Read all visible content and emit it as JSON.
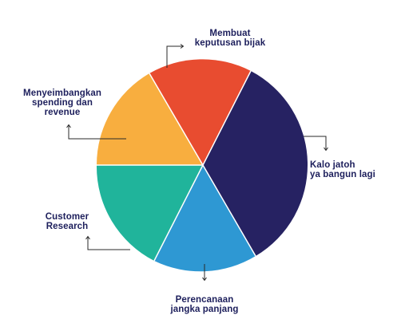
{
  "diagram": {
    "type": "pie",
    "segments": [
      {
        "label": "Kalo jatoh\nya bangun lagi",
        "color": "#262262",
        "share": 0.34
      },
      {
        "label": "Perencanaan\njangka panjang",
        "color": "#2e98d3",
        "share": 0.16
      },
      {
        "label": "Customer\nResearch",
        "color": "#20b49b",
        "share": 0.17
      },
      {
        "label": "Menyeimbangkan\nspending dan\nrevenue",
        "color": "#f8ae3f",
        "share": 0.17
      },
      {
        "label": "Membuat\nkeputusan bijak",
        "color": "#e84c30",
        "share": 0.16
      }
    ],
    "text_color": "#1d1f5c",
    "connector_color": "#2a2a2a"
  }
}
